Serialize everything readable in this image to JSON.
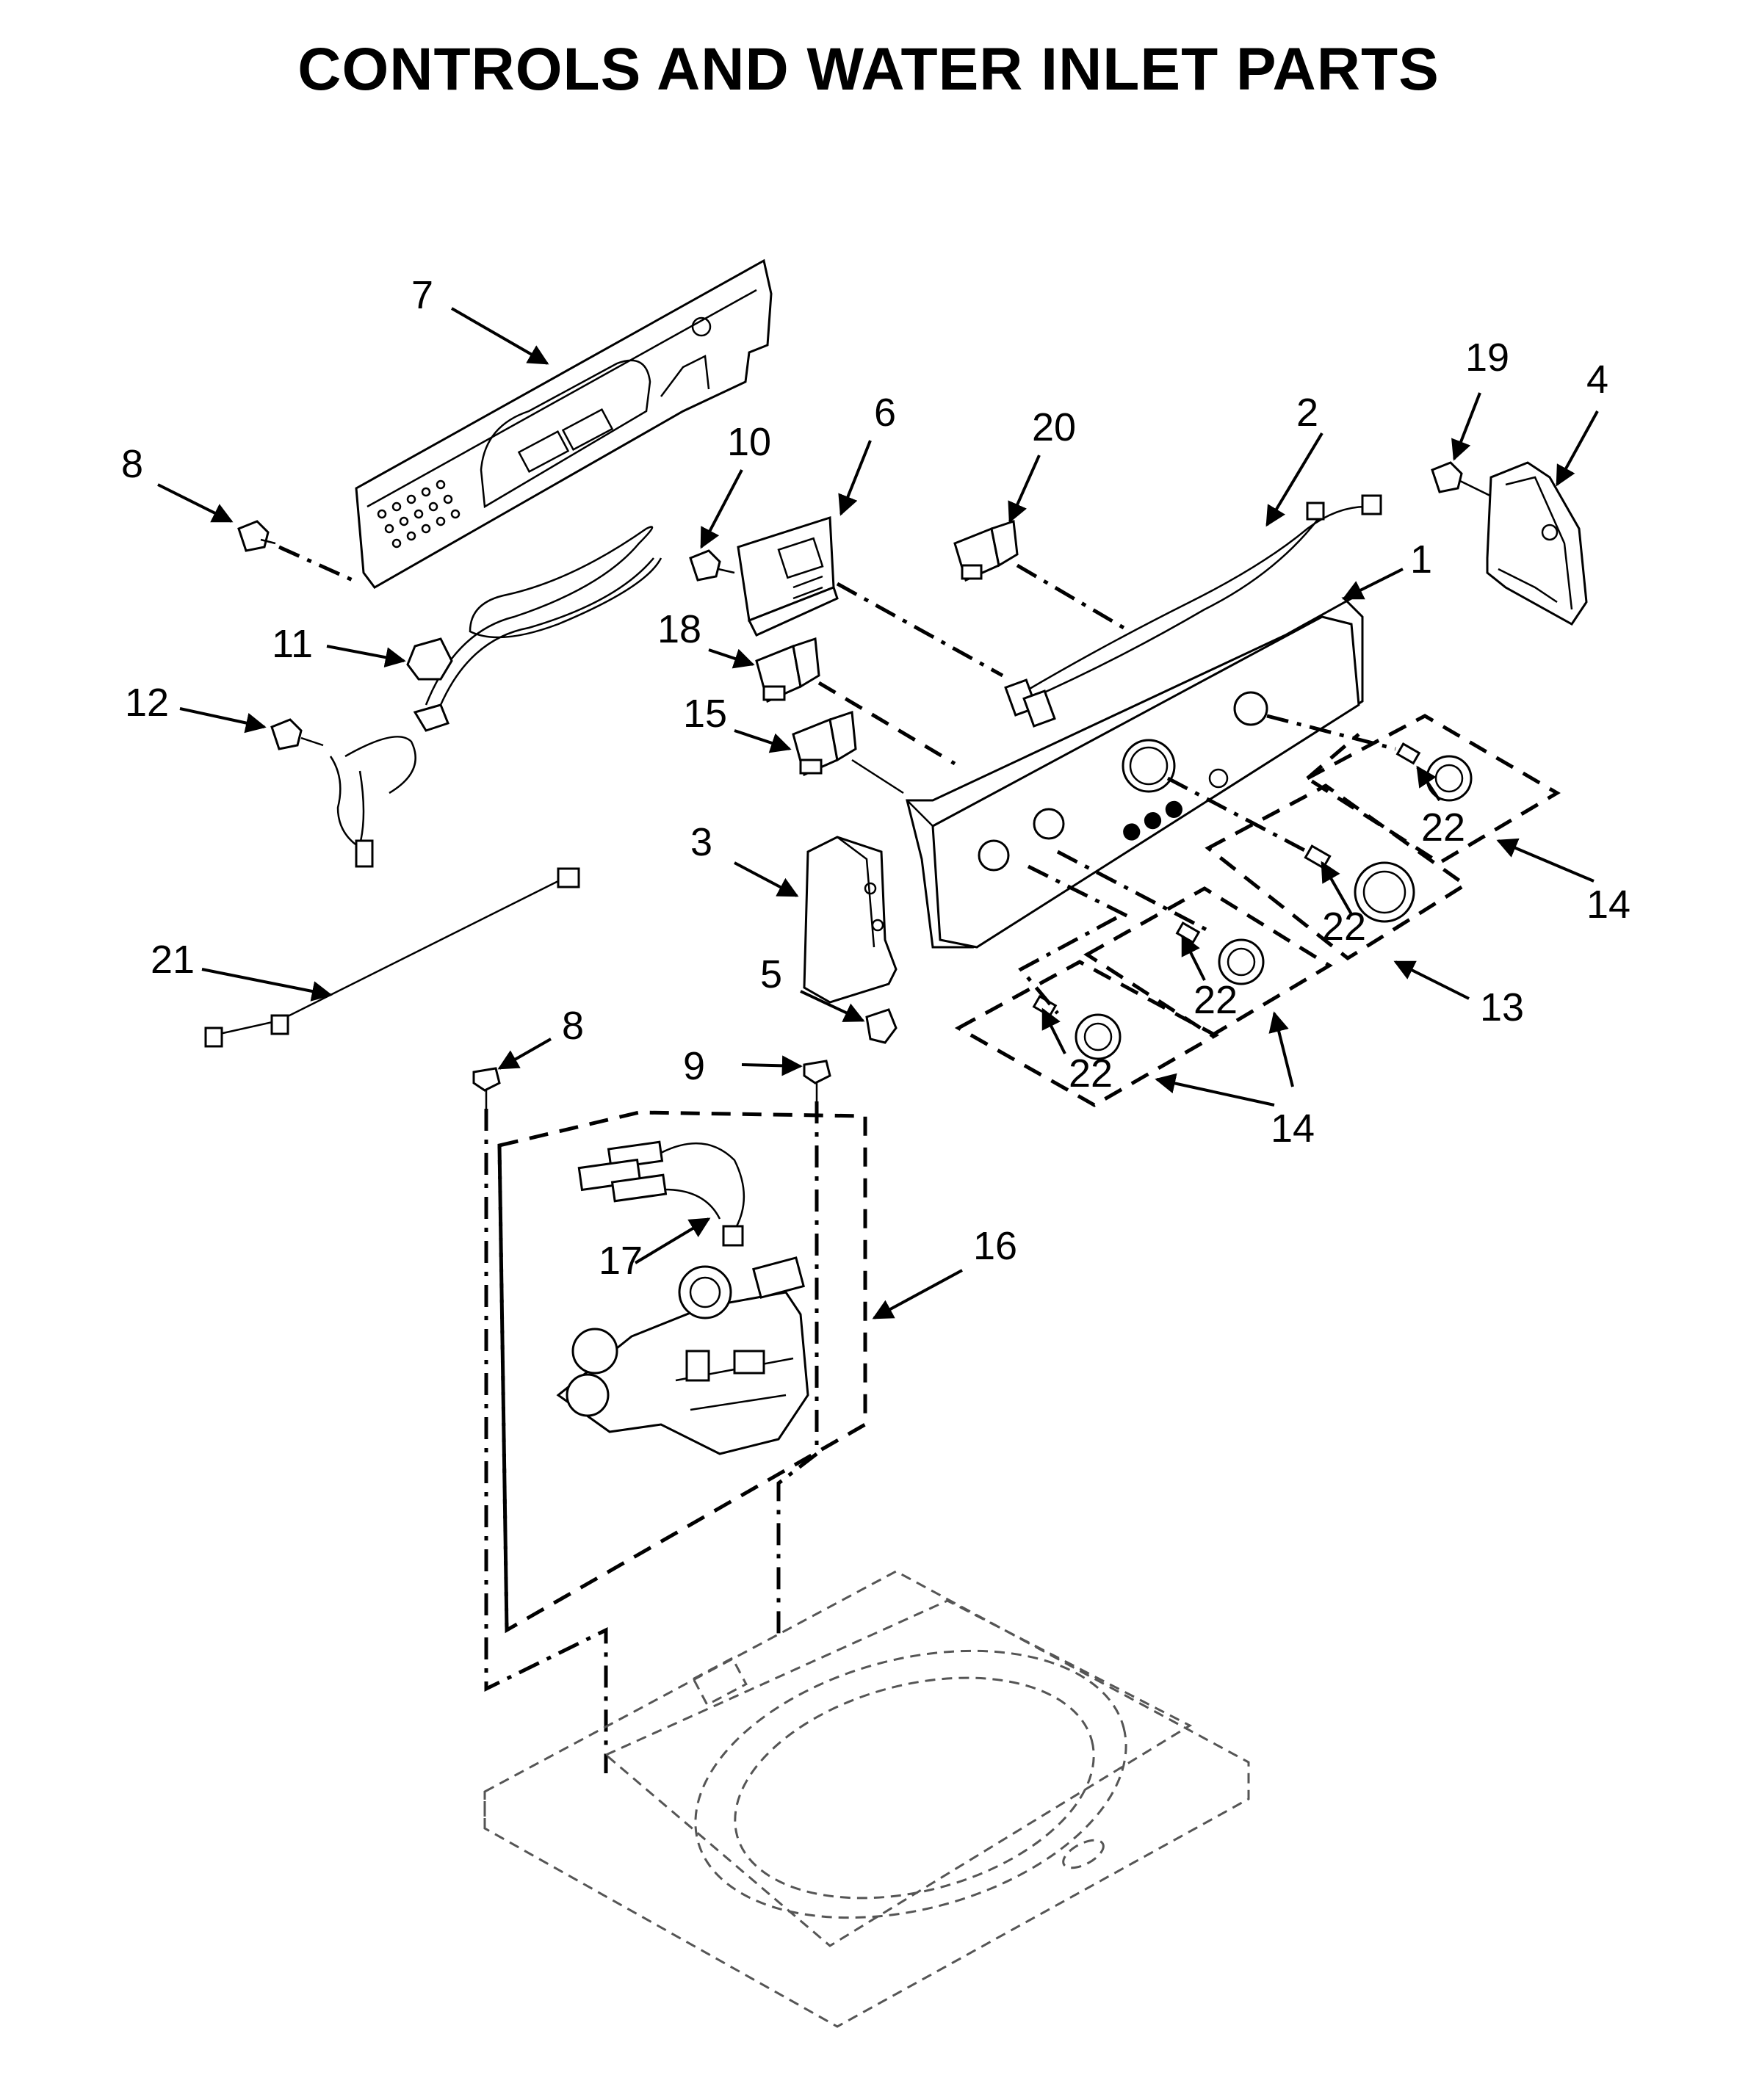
{
  "title": "CONTROLS AND WATER INLET PARTS",
  "callouts": {
    "c1": "1",
    "c2": "2",
    "c3": "3",
    "c4": "4",
    "c5": "5",
    "c6": "6",
    "c7": "7",
    "c8a": "8",
    "c8b": "8",
    "c9": "9",
    "c10": "10",
    "c11": "11",
    "c12": "12",
    "c13": "13",
    "c14a": "14",
    "c14b": "14",
    "c15": "15",
    "c16": "16",
    "c17": "17",
    "c18": "18",
    "c19": "19",
    "c20": "20",
    "c21": "21",
    "c22a": "22",
    "c22b": "22",
    "c22c": "22",
    "c22d": "22"
  },
  "panel_badge": "●●●",
  "colors": {
    "ink": "#000000",
    "paper": "#ffffff"
  }
}
